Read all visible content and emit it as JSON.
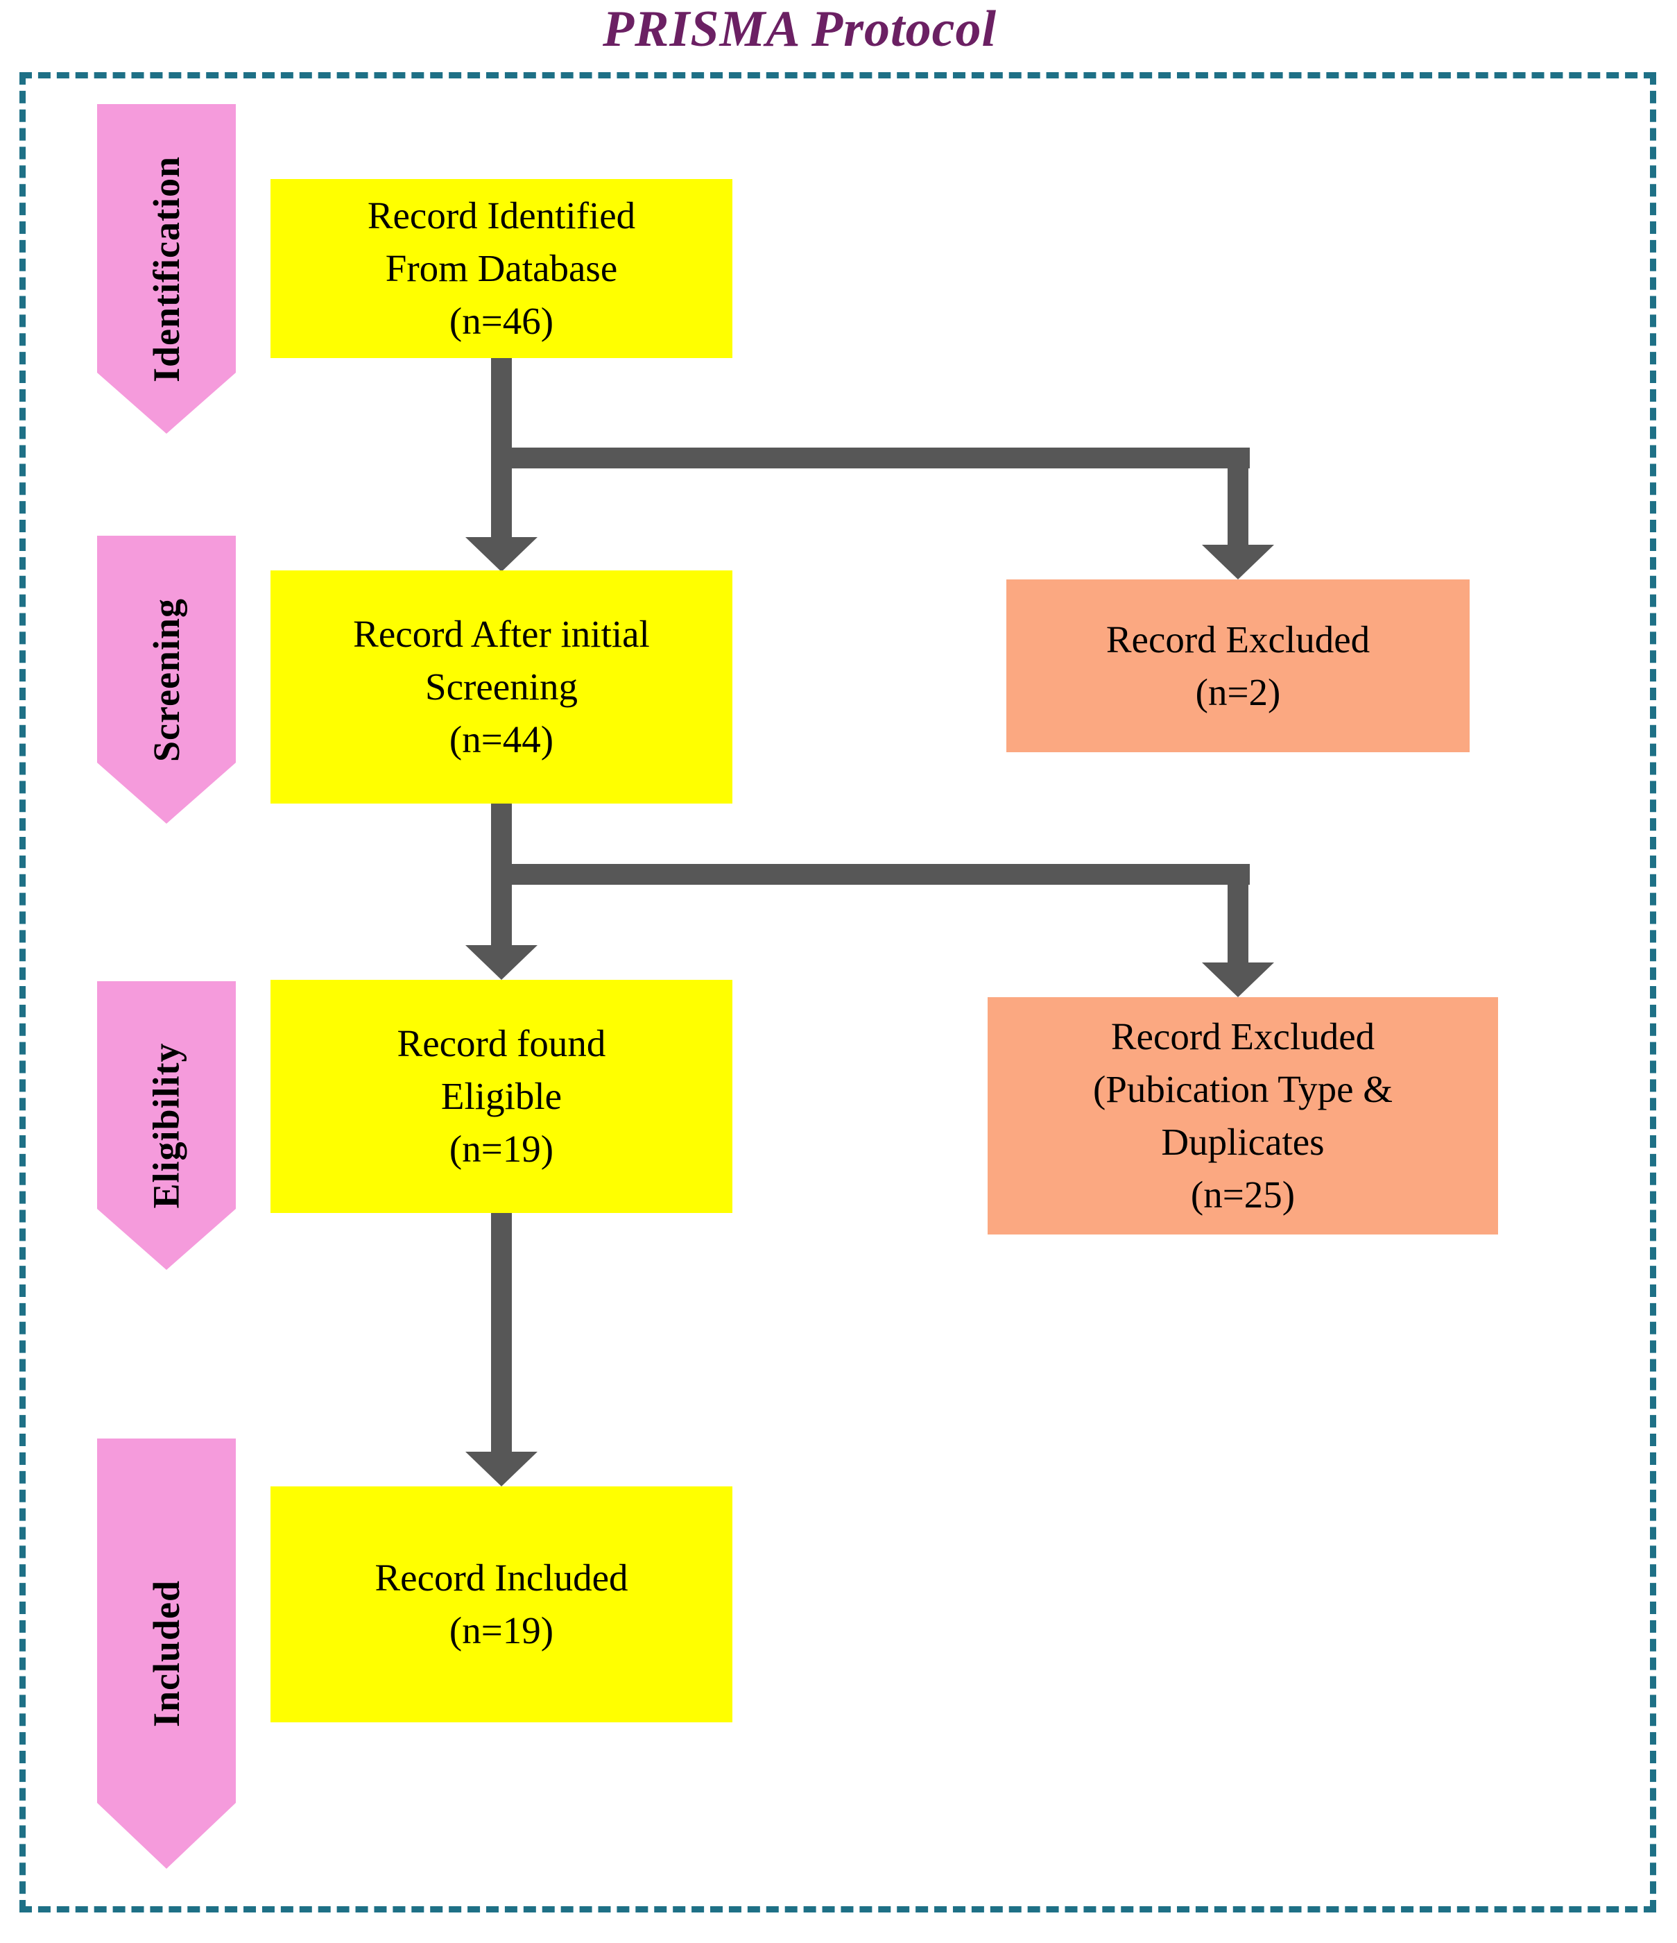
{
  "title": "PRISMA Protocol",
  "stages": [
    {
      "id": "identification",
      "label": "Identification"
    },
    {
      "id": "screening",
      "label": "Screening"
    },
    {
      "id": "eligibility",
      "label": "Eligibility"
    },
    {
      "id": "included",
      "label": "Included"
    }
  ],
  "nodes": {
    "identified": {
      "lines": [
        "Record Identified",
        "From Database",
        "(n=46)"
      ],
      "n": 46,
      "color": "yellow"
    },
    "after_screening": {
      "lines": [
        "Record After initial",
        "Screening",
        "(n=44)"
      ],
      "n": 44,
      "color": "yellow"
    },
    "eligible": {
      "lines": [
        "Record found",
        "Eligible",
        "(n=19)"
      ],
      "n": 19,
      "color": "yellow"
    },
    "included": {
      "lines": [
        "Record Included",
        "(n=19)"
      ],
      "n": 19,
      "color": "yellow"
    },
    "excluded_screening": {
      "lines": [
        "Record Excluded",
        "(n=2)"
      ],
      "n": 2,
      "color": "orange"
    },
    "excluded_eligibility": {
      "lines": [
        "Record Excluded",
        "(Pubication Type &",
        "Duplicates",
        "(n=25)"
      ],
      "n": 25,
      "color": "orange"
    }
  },
  "flow": [
    {
      "from": "identified",
      "to": "after_screening"
    },
    {
      "from": "identified",
      "to": "excluded_screening"
    },
    {
      "from": "after_screening",
      "to": "eligible"
    },
    {
      "from": "after_screening",
      "to": "excluded_eligibility"
    },
    {
      "from": "eligible",
      "to": "included"
    }
  ],
  "colors": {
    "yellow": "#ffff00",
    "orange": "#fba881",
    "pink": "#f59bdc",
    "gray": "#575757",
    "teal": "#1e7086",
    "purple": "#6b2063",
    "text": "#000000",
    "bg": "#ffffff"
  }
}
